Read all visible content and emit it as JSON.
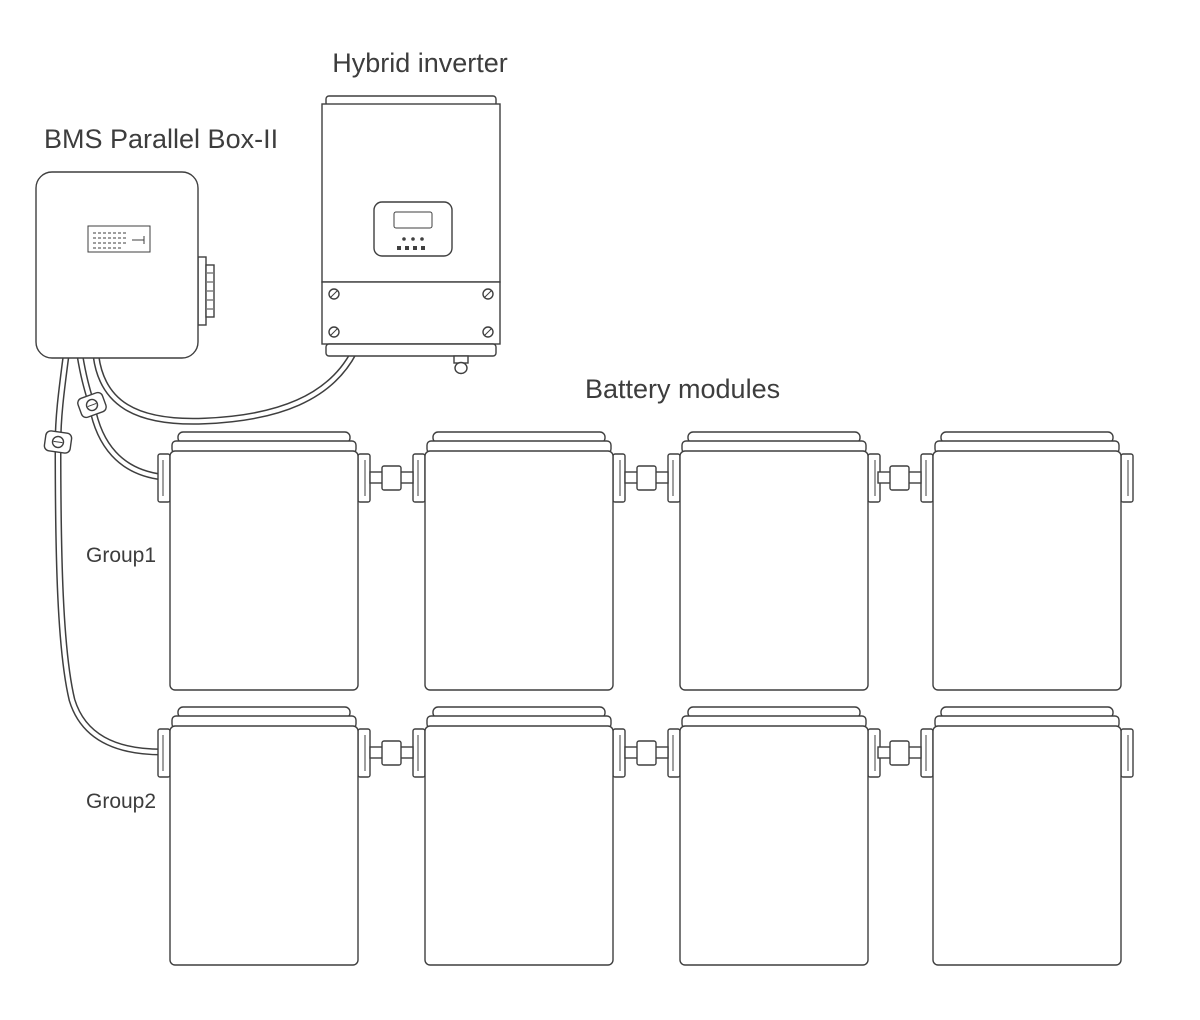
{
  "labels": {
    "hybrid_inverter": "Hybrid inverter",
    "bms_parallel_box": "BMS Parallel Box-II",
    "battery_modules": "Battery modules"
  },
  "groups": [
    {
      "label": "Group1",
      "modules_count": 4
    },
    {
      "label": "Group2",
      "modules_count": 4
    }
  ],
  "icons": {
    "cable_clamp": "clamp-icon",
    "screw": "screw-icon"
  },
  "colors": {
    "line": "#3f3f3f",
    "text": "#3d3d3d",
    "background": "#ffffff"
  }
}
